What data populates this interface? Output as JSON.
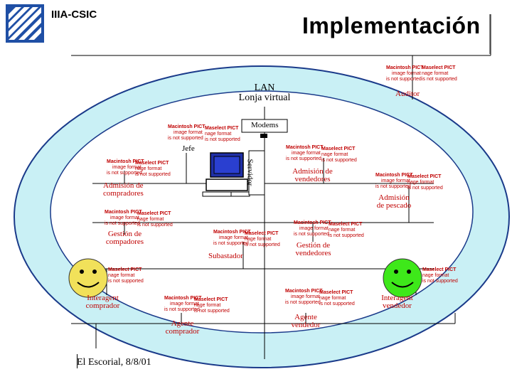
{
  "header": {
    "org": "IIIA-CSIC",
    "title": "Implementación"
  },
  "diagram": {
    "lan_line1": "LAN",
    "lan_line2": "Lonja virtual",
    "modems": "Modems",
    "jefe": "Jefe",
    "servidor": "Servidor",
    "auditor": "Auditor",
    "admision_compradores_1": "Admisión de",
    "admision_compradores_2": "compradores",
    "admision_vendedores_1": "Admisión de",
    "admision_vendedores_2": "vendedores",
    "admision_pescado_1": "Admisión",
    "admision_pescado_2": "de pescado",
    "gestion_compradores_1": "Gestión de",
    "gestion_compradores_2": "compadores",
    "gestion_vendedores_1": "Gestión de",
    "gestion_vendedores_2": "vendedores",
    "subastador": "Subastador",
    "interagent_comprador_1": "Interagent",
    "interagent_comprador_2": "comprador",
    "interagent_vendedor_1": "Interagent",
    "interagent_vendedor_2": "vendedor",
    "agente_comprador_1": "Agente",
    "agente_comprador_2": "comprador",
    "agente_vendedor_1": "Agente",
    "agente_vendedor_2": "vendedor"
  },
  "placeholder": {
    "line1": "Macintosh PICT",
    "line2": "image format",
    "line3": "is not supported"
  },
  "placeholder_alt": {
    "line1": "Maselect PICT",
    "line2": "nage format",
    "line3": "is not supported"
  },
  "footer": {
    "text": "El Escorial, 8/8/01"
  },
  "colors": {
    "ring_fill": "#c9f0f5",
    "inner_fill": "#ffffff",
    "ring_stroke": "#1a3a8a",
    "placeholder_text": "#c00000",
    "face_left": "#f1e15a",
    "face_right": "#3ee81a"
  }
}
